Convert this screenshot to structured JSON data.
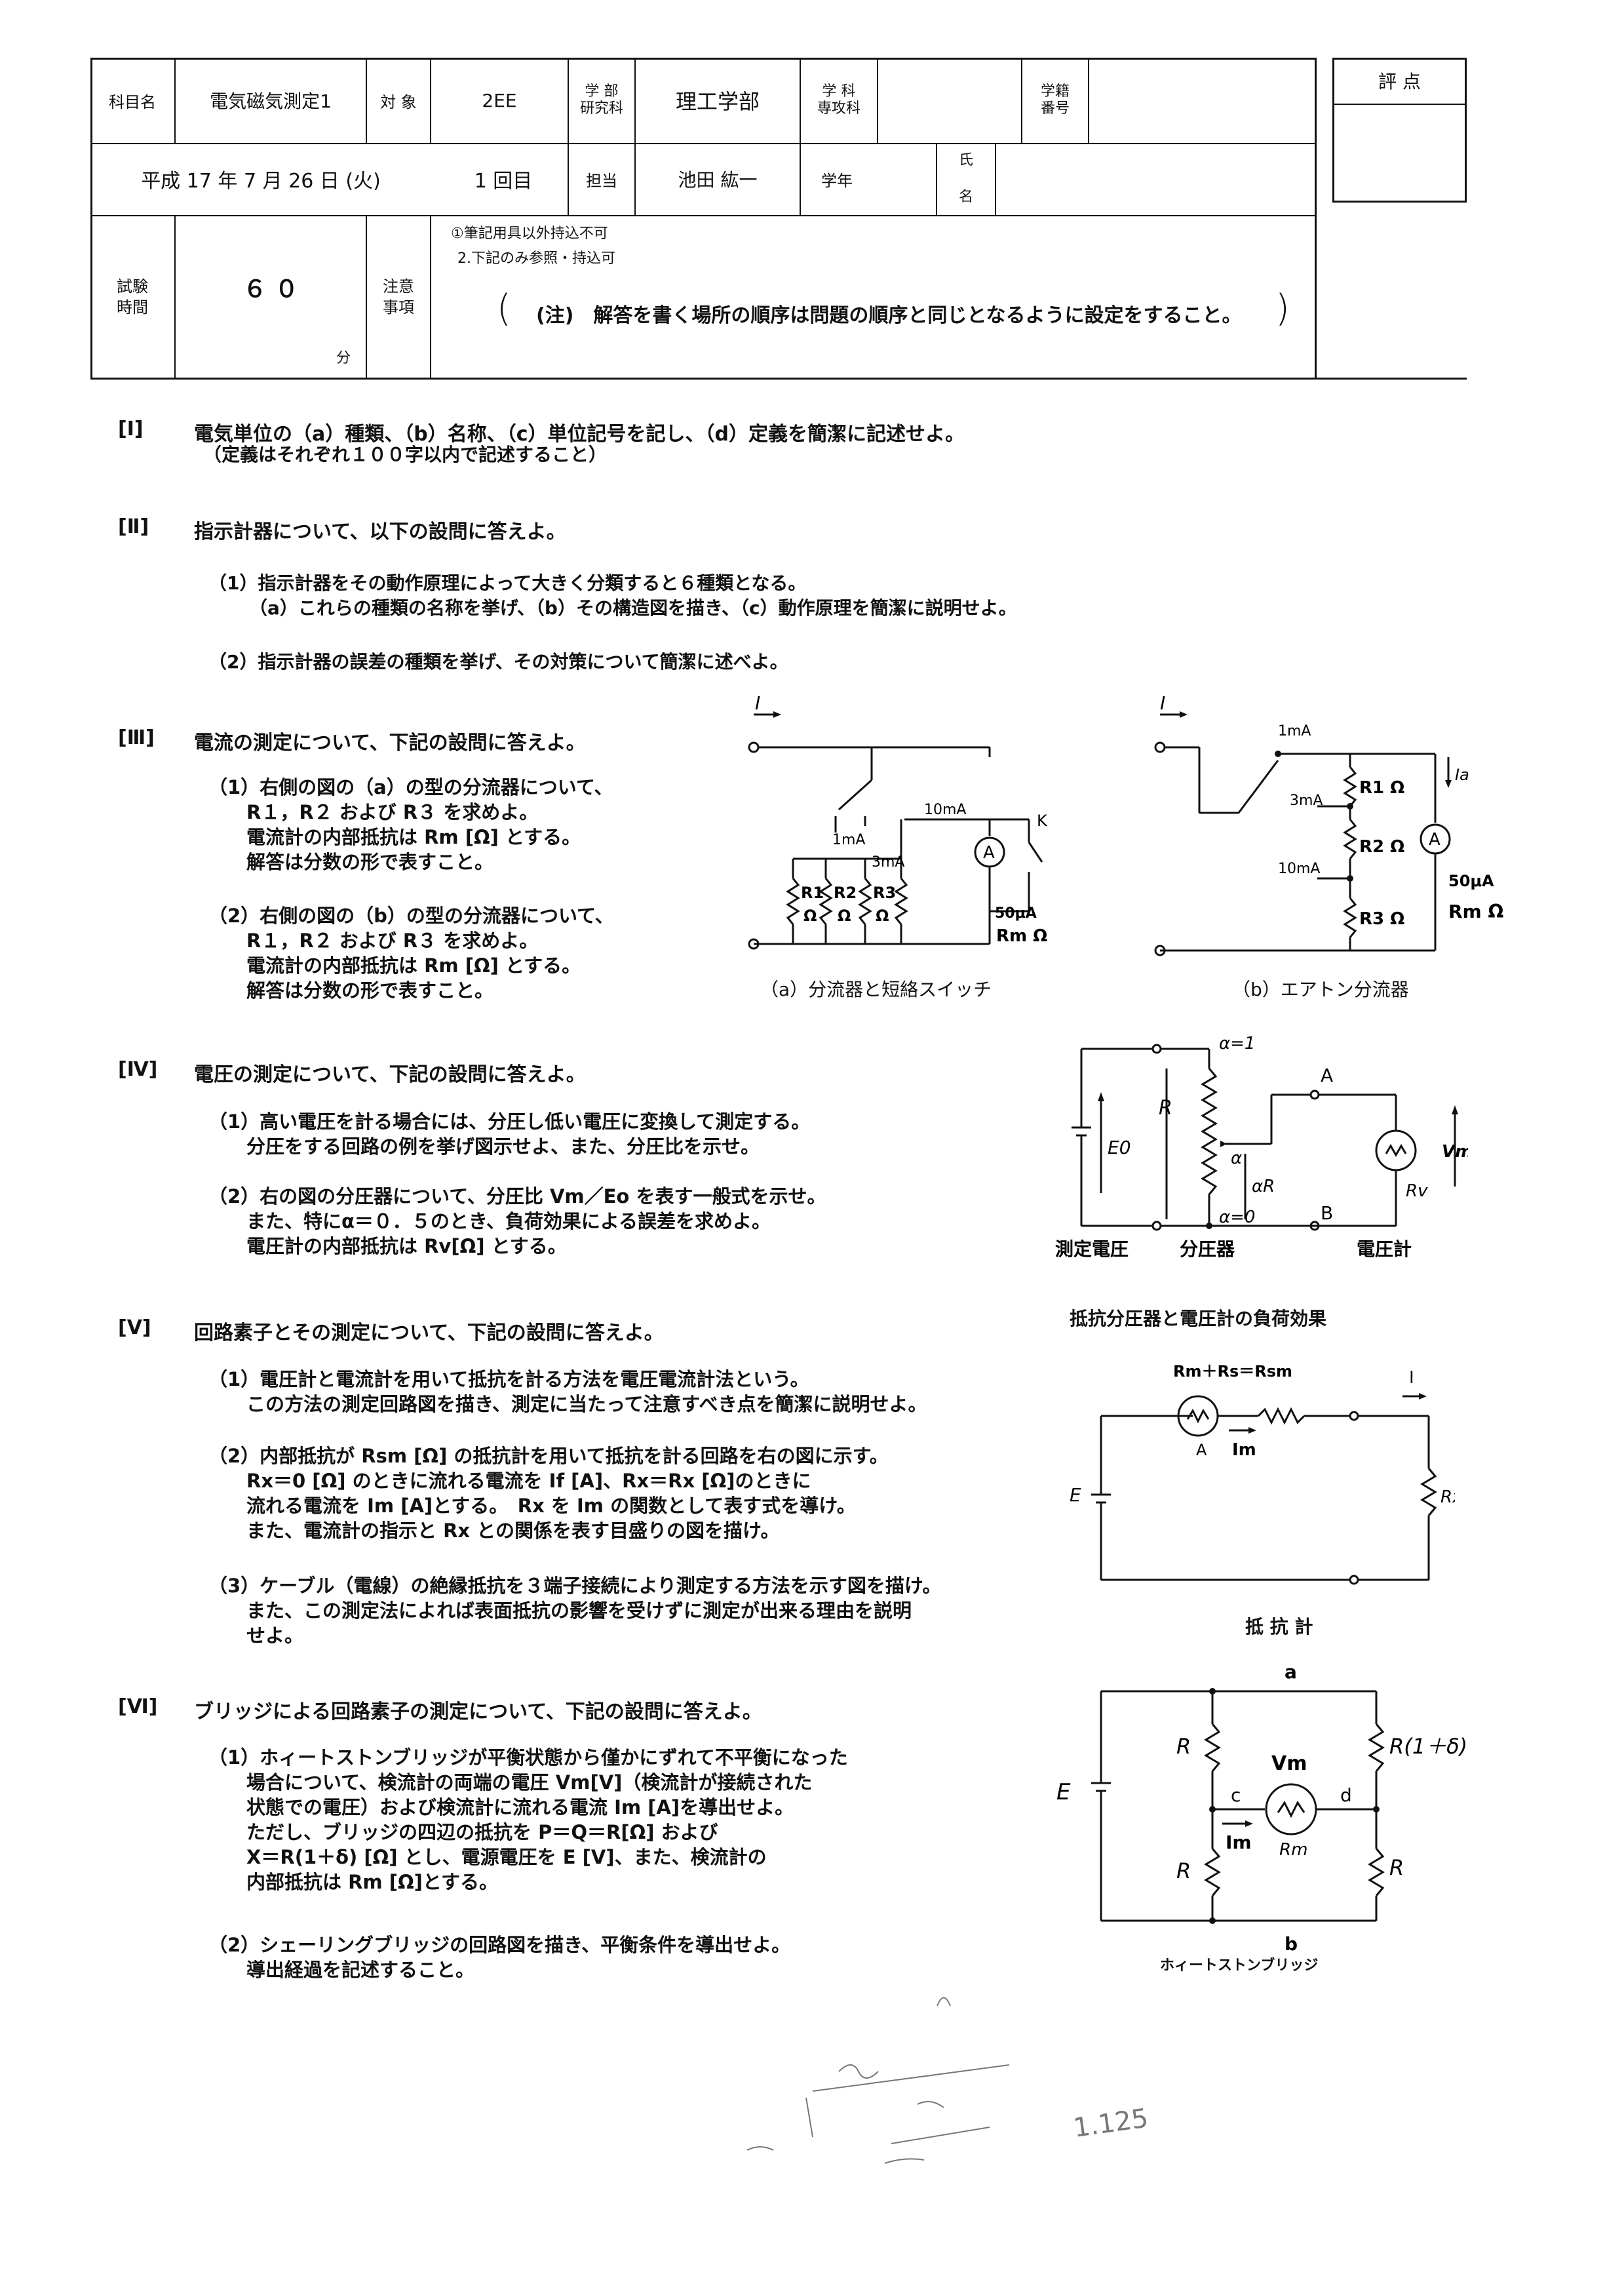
{
  "header": {
    "subject_label": "科目名",
    "subject": "電気磁気測定1",
    "target_label": "対 象",
    "target": "2EE",
    "faculty_label": "学 部\n研究科",
    "faculty": "理工学部",
    "dept_label": "学 科\n専攻科",
    "dept": "",
    "id_label": "学籍\n番号",
    "id": "",
    "score_label": "評 点",
    "date": "平成 17 年 7 月 26 日 (火)",
    "session": "1 回目",
    "teacher_label": "担当",
    "teacher": "池田 紘一",
    "year_label": "学年",
    "name_label": "氏\n名",
    "time_label": "試験\n時間",
    "time_value": "６ ０",
    "time_unit": "分",
    "notes_label": "注意\n事項",
    "note1": "①筆記用具以外持込不可",
    "note2": "2.下記のみ参照・持込可",
    "note_main": "(注)　解答を書く場所の順序は問題の順序と同じとなるように設定をすること。"
  },
  "sections": {
    "s1": {
      "num": "[Ⅰ]",
      "text": "電気単位の（a）種類、（b）名称、（c）単位記号を記し、（d）定義を簡潔に記述せよ。",
      "sub": "（定義はそれぞれ１００字以内で記述すること）"
    },
    "s2": {
      "num": "[Ⅱ]",
      "text": "指示計器について、以下の設問に答えよ。",
      "q1a": "（1）指示計器をその動作原理によって大きく分類すると６種類となる。",
      "q1b": "（a）これらの種類の名称を挙げ、（b）その構造図を描き、（c）動作原理を簡潔に説明せよ。",
      "q2": "（2）指示計器の誤差の種類を挙げ、その対策について簡潔に述べよ。"
    },
    "s3": {
      "num": "[Ⅲ]",
      "text": "電流の測定について、下記の設問に答えよ。",
      "q1": "（1）右側の図の（a）の型の分流器について、\n　　R１，R２ および R３ を求めよ。\n　　電流計の内部抵抗は Rm [Ω] とする。\n　　解答は分数の形で表すこと。",
      "q2": "（2）右側の図の（b）の型の分流器について、\n　　R１，R２ および R３ を求めよ。\n　　電流計の内部抵抗は Rm [Ω] とする。\n　　解答は分数の形で表すこと。"
    },
    "s4": {
      "num": "[Ⅳ]",
      "text": "電圧の測定について、下記の設問に答えよ。",
      "q1": "（1）高い電圧を計る場合には、分圧し低い電圧に変換して測定する。\n　　分圧をする回路の例を挙げ図示せよ、また、分圧比を示せ。",
      "q2": "（2）右の図の分圧器について、分圧比 Vm／Eo を表す一般式を示せ。\n　　また、特にα＝０．５のとき、負荷効果による誤差を求めよ。\n　　電圧計の内部抵抗は Rv[Ω] とする。"
    },
    "s5": {
      "num": "[Ⅴ]",
      "text": "回路素子とその測定について、下記の設問に答えよ。",
      "q1": "（1）電圧計と電流計を用いて抵抗を計る方法を電圧電流計法という。\n　　この方法の測定回路図を描き、測定に当たって注意すべき点を簡潔に説明せよ。",
      "q2": "（2）内部抵抗が Rsm [Ω] の抵抗計を用いて抵抗を計る回路を右の図に示す。\n　　Rx＝0 [Ω] のときに流れる電流を If [A]、Rx＝Rx [Ω]のときに\n　　流れる電流を Im [A]とする。　Rx を Im の関数として表す式を導け。\n　　また、電流計の指示と Rx との関係を表す目盛りの図を描け。",
      "q3": "（3）ケーブル（電線）の絶縁抵抗を３端子接続により測定する方法を示す図を描け。\n　　また、この測定法によれば表面抵抗の影響を受けずに測定が出来る理由を説明\n　　せよ。"
    },
    "s6": {
      "num": "[Ⅵ]",
      "text": "ブリッジによる回路素子の測定について、下記の設問に答えよ。",
      "q1": "（1）ホィートストンブリッジが平衡状態から僅かにずれて不平衡になった\n　　場合について、検流計の両端の電圧 Vm[V]（検流計が接続された\n　　状態での電圧）および検流計に流れる電流 Im [A]を導出せよ。\n　　ただし、ブリッジの四辺の抵抗を P＝Q＝R[Ω] および\n　　X＝R(1＋δ) [Ω] とし、電源電圧を E [V]、また、検流計の\n　　内部抵抗は Rm [Ω]とする。",
      "q2": "（2）シェーリングブリッジの回路図を描き、平衡条件を導出せよ。\n　　導出経過を記述すること。"
    }
  },
  "figures": {
    "fig_a": {
      "caption": "（a）分流器と短絡スイッチ",
      "I": "I",
      "r1": "R1\nΩ",
      "r2": "R2\nΩ",
      "r3": "R3\nΩ",
      "m1": "1mA",
      "m3": "3mA",
      "m10": "10mA",
      "A": "A",
      "K": "K",
      "u50": "50μA",
      "rm": "Rm Ω"
    },
    "fig_b": {
      "caption": "（b）エアトン分流器",
      "I": "I",
      "Ia": "Ia",
      "m1": "1mA",
      "m3": "3mA",
      "m10": "10mA",
      "r1": "R1 Ω",
      "r2": "R2 Ω",
      "r3": "R3 Ω",
      "A": "A",
      "u50": "50μA",
      "rm": "Rm Ω"
    },
    "fig_div": {
      "caption": "抵抗分圧器と電圧計の負荷効果",
      "a1": "α=1",
      "a0": "α=0",
      "alpha": "α",
      "aR": "αR",
      "R": "R",
      "E0": "E0",
      "A": "A",
      "B": "B",
      "Vm": "Vm",
      "Rv": "Rv",
      "l1": "測定電圧",
      "l2": "分圧器",
      "l3": "電圧計"
    },
    "fig_ohm": {
      "caption": "抵 抗 計",
      "formula": "Rm＋Rs＝Rsm",
      "I": "I",
      "Im": "Im",
      "A": "A",
      "E": "E",
      "Rx": "Rx"
    },
    "fig_bridge": {
      "caption": "ホィートストンブリッジ",
      "a": "a",
      "b": "b",
      "c": "c",
      "d": "d",
      "R": "R",
      "R1d": "R(1＋δ)",
      "Vm": "Vm",
      "Im": "Im",
      "Rm": "Rm",
      "E": "E"
    }
  },
  "handwriting": {
    "notes": "1.125"
  }
}
